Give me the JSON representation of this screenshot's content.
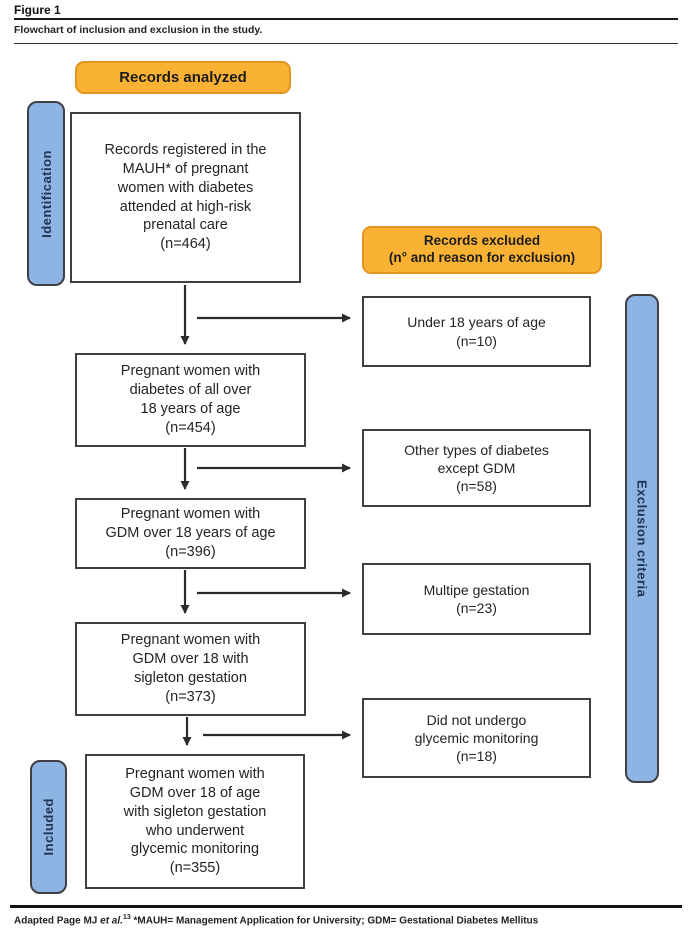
{
  "header": {
    "figure_label": "Figure 1",
    "caption": "Flowchart of inclusion and exclusion in the study."
  },
  "banners": {
    "records_analyzed": "Records analyzed",
    "records_excluded": "Records excluded\n(n° and reason for exclusion)"
  },
  "sidebars": {
    "identification": "Identification",
    "included": "Included",
    "exclusion_criteria": "Exclusion criteria"
  },
  "main_boxes": [
    {
      "text": "Records registered in the\nMAUH* of pregnant\nwomen with diabetes\nattended at high-risk\nprenatal care\n(n=464)",
      "n": 464
    },
    {
      "text": "Pregnant women with\ndiabetes of all over\n18 years of age\n(n=454)",
      "n": 454
    },
    {
      "text": "Pregnant women with\nGDM over 18 years of age\n(n=396)",
      "n": 396
    },
    {
      "text": "Pregnant women with\nGDM over 18 with\nsigleton gestation\n(n=373)",
      "n": 373
    },
    {
      "text": "Pregnant women with\nGDM over 18 of age\nwith sigleton gestation\nwho underwent\nglycemic monitoring\n(n=355)",
      "n": 355
    }
  ],
  "exclusion_boxes": [
    {
      "text": "Under 18 years of age\n(n=10)",
      "n": 10
    },
    {
      "text": "Other types of diabetes\nexcept GDM\n(n=58)",
      "n": 58
    },
    {
      "text": "Multipe gestation\n(n=23)",
      "n": 23
    },
    {
      "text": "Did not undergo\nglycemic monitoring\n(n=18)",
      "n": 18
    }
  ],
  "footer": {
    "adapted": "Adapted Page MJ",
    "etal": "et al.",
    "ref": "13",
    "abbrev": "*MAUH= Management Application for University; GDM= Gestational Diabetes Mellitus"
  },
  "colors": {
    "banner_fill": "#F9B233",
    "banner_border": "#E3951F",
    "sidebar_fill": "#8DB4E2",
    "sidebar_border": "#3F3F46",
    "sidebar_text": "#1F3352",
    "box_border": "#3F3F3F",
    "arrow": "#2B2B2B"
  }
}
